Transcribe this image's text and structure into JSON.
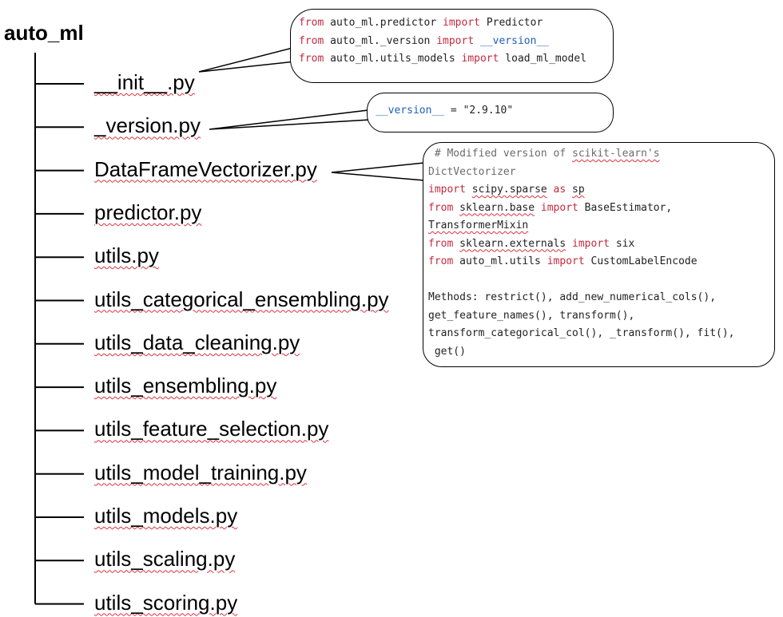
{
  "root": {
    "label": "auto_ml"
  },
  "files": [
    "__init__.py",
    "_version.py",
    "DataFrameVectorizer.py",
    "predictor.py",
    "utils.py",
    "utils_categorical_ensembling.py",
    "utils_data_cleaning.py",
    "utils_ensembling.py",
    "utils_feature_selection.py",
    "utils_model_training.py",
    "utils_models.py",
    "utils_scaling.py",
    "utils_scoring.py"
  ],
  "callouts": {
    "init": {
      "lines": [
        [
          {
            "k": "kw",
            "t": "from"
          },
          {
            "k": "txt",
            "t": " auto_ml.predictor "
          },
          {
            "k": "kw",
            "t": "import"
          },
          {
            "k": "txt",
            "t": " Predictor"
          }
        ],
        [
          {
            "k": "kw",
            "t": "from"
          },
          {
            "k": "txt",
            "t": " auto_ml._version "
          },
          {
            "k": "kw",
            "t": "import"
          },
          {
            "k": "txt",
            "t": " "
          },
          {
            "k": "var",
            "t": "__version__"
          }
        ],
        [
          {
            "k": "kw",
            "t": "from"
          },
          {
            "k": "txt",
            "t": " auto_ml.utils_models "
          },
          {
            "k": "kw",
            "t": "import"
          },
          {
            "k": "txt",
            "t": " load_ml_model"
          }
        ]
      ]
    },
    "version": {
      "lines": [
        [
          {
            "k": "var",
            "t": "__version__"
          },
          {
            "k": "txt",
            "t": " = "
          },
          {
            "k": "str",
            "t": "\"2.9.10\""
          }
        ]
      ]
    },
    "vectorizer": {
      "lines": [
        [
          {
            "k": "cm",
            "t": " # Modified version of "
          },
          {
            "k": "cm sq",
            "t": "scikit-learn's"
          }
        ],
        [
          {
            "k": "cm",
            "t": "DictVectorizer"
          }
        ],
        [
          {
            "k": "kw",
            "t": "import"
          },
          {
            "k": "txt",
            "t": " "
          },
          {
            "k": "sq",
            "t": "scipy.sparse"
          },
          {
            "k": "txt",
            "t": " "
          },
          {
            "k": "kw",
            "t": "as"
          },
          {
            "k": "txt",
            "t": " "
          },
          {
            "k": "sq",
            "t": "sp"
          }
        ],
        [
          {
            "k": "kw",
            "t": "from"
          },
          {
            "k": "txt",
            "t": " "
          },
          {
            "k": "sq",
            "t": "sklearn.base"
          },
          {
            "k": "txt",
            "t": " "
          },
          {
            "k": "kw",
            "t": "import"
          },
          {
            "k": "txt",
            "t": " BaseEstimator,"
          }
        ],
        [
          {
            "k": "sq",
            "t": "TransformerMixin"
          }
        ],
        [
          {
            "k": "kw",
            "t": "from"
          },
          {
            "k": "txt",
            "t": " "
          },
          {
            "k": "sq",
            "t": "sklearn.externals"
          },
          {
            "k": "txt",
            "t": " "
          },
          {
            "k": "kw",
            "t": "import"
          },
          {
            "k": "txt",
            "t": " six"
          }
        ],
        [
          {
            "k": "kw",
            "t": "from"
          },
          {
            "k": "txt",
            "t": " auto_ml.utils "
          },
          {
            "k": "kw",
            "t": "import"
          },
          {
            "k": "txt",
            "t": " CustomLabelEncode"
          }
        ],
        [],
        [
          {
            "k": "txt",
            "t": "Methods: restrict(), add_new_numerical_cols(),"
          }
        ],
        [
          {
            "k": "txt",
            "t": "get_feature_names(), transform(),"
          }
        ],
        [
          {
            "k": "txt",
            "t": "transform_categorical_col(), _transform(), fit(),"
          }
        ],
        [
          {
            "k": "txt",
            "t": " get()"
          }
        ]
      ]
    }
  }
}
